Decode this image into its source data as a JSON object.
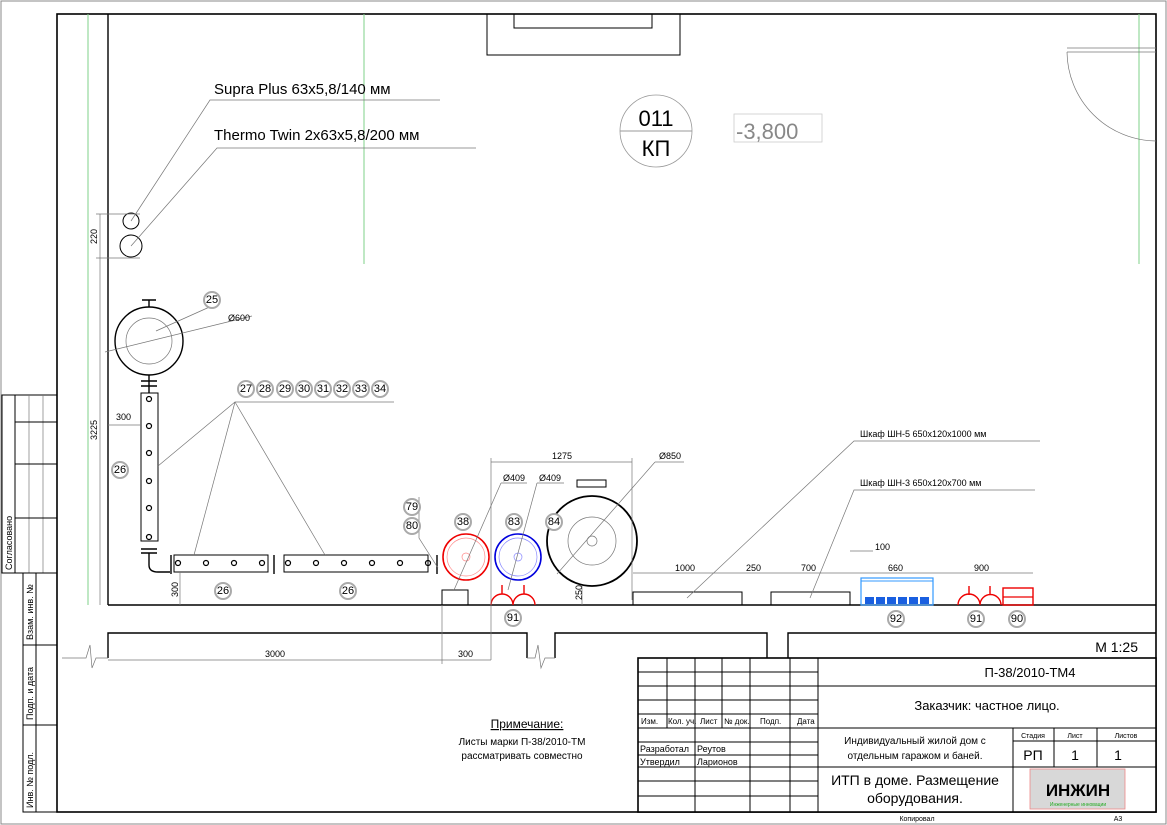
{
  "pipe_labels": {
    "supra": "Supra Plus 63x5,8/140 мм",
    "thermo": "Thermo Twin 2x63x5,8/200 мм"
  },
  "room": {
    "number": "011",
    "code": "КП",
    "level": "-3,800"
  },
  "balloons": {
    "b25": "25",
    "b26a": "26",
    "b26b": "26",
    "b26c": "26",
    "b27": "27",
    "b28": "28",
    "b29": "29",
    "b30": "30",
    "b31": "31",
    "b32": "32",
    "b33": "33",
    "b34": "34",
    "b79": "79",
    "b80": "80",
    "b38": "38",
    "b83": "83",
    "b84": "84",
    "b91a": "91",
    "b91b": "91",
    "b92": "92",
    "b90": "90"
  },
  "dimensions": {
    "d220": "220",
    "d3225": "3225",
    "d300a": "300",
    "d300b": "300",
    "d600": "Ø600",
    "d1275": "1275",
    "d409a": "Ø409",
    "d409b": "Ø409",
    "d850": "Ø850",
    "d250a": "250",
    "d3000": "3000",
    "d300c": "300",
    "d1000": "1000",
    "d250b": "250",
    "d700": "700",
    "d100": "100",
    "d660": "660",
    "d900": "900"
  },
  "cabinets": {
    "sh5": "Шкаф ШН-5 650х120х1000 мм",
    "sh3": "Шкаф ШН-3 650х120х700 мм"
  },
  "scale": "М 1:25",
  "note": {
    "title": "Примечание:",
    "line1": "Листы марки П-38/2010-ТМ",
    "line2": "рассматривать совместно"
  },
  "stamp": {
    "agreed": "Согласовано",
    "vzam": "Взам. инв. №",
    "podp": "Подп. и дата",
    "inv": "Инв. № подл."
  },
  "title_block": {
    "code": "П-38/2010-ТМ4",
    "customer": "Заказчик: частное лицо.",
    "object_line1": "Индивидуальный жилой дом с",
    "object_line2": "отдельным гаражом и баней.",
    "sheet_title_line1": "ИТП в доме. Размещение",
    "sheet_title_line2": "оборудования.",
    "headers": {
      "izm": "Изм.",
      "kol": "Кол. уч.",
      "list": "Лист",
      "doc": "№ док.",
      "podp": "Подп.",
      "date": "Дата"
    },
    "developed_label": "Разработал",
    "developed_name": "Реутов",
    "approved_label": "Утвердил",
    "approved_name": "Ларионов",
    "stage_label": "Стадия",
    "sheet_label": "Лист",
    "sheets_label": "Листов",
    "stage": "РП",
    "sheet": "1",
    "sheets": "1",
    "logo": "ИНЖИН",
    "logo_sub": "Инженерные инновации",
    "copied": "Копировал",
    "format": "А3"
  }
}
